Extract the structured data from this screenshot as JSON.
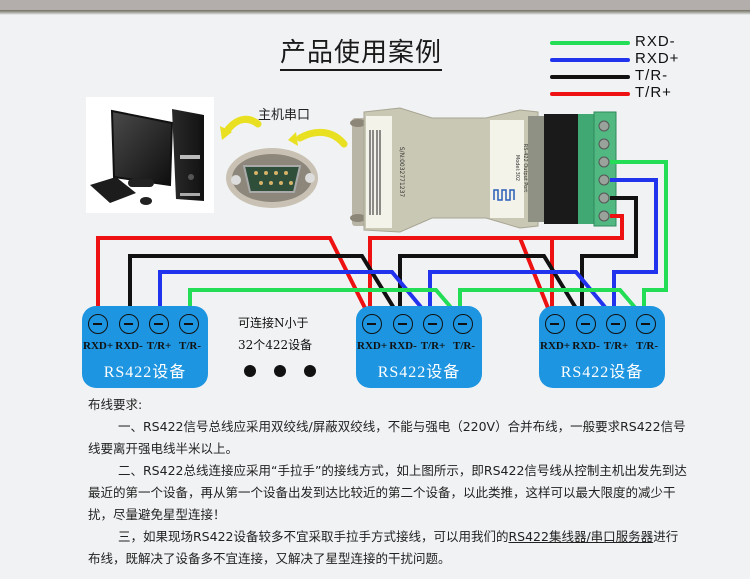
{
  "title": "产品使用案例",
  "legend": [
    {
      "label": "RXD-",
      "color": "#22dd55"
    },
    {
      "label": "RXD+",
      "color": "#2233ee"
    },
    {
      "label": "T/R-",
      "color": "#111111"
    },
    {
      "label": "T/R+",
      "color": "#ee1111"
    }
  ],
  "host_port_label": "主机串口",
  "converter": {
    "serial": "S/N:0032771237",
    "model": "Model:302",
    "port": "RS-422 Output Port"
  },
  "devices": [
    {
      "name": "RS422设备",
      "pins": [
        "RXD+",
        "RXD-",
        "T/R+",
        "T/R-"
      ]
    },
    {
      "name": "RS422设备",
      "pins": [
        "RXD+",
        "RXD-",
        "T/R+",
        "T/R-"
      ]
    },
    {
      "name": "RS422设备",
      "pins": [
        "RXD+",
        "RXD-",
        "T/R+",
        "T/R-"
      ]
    }
  ],
  "chain_note": {
    "line1": "可连接N小于",
    "line2": "32个422设备"
  },
  "requirements": {
    "heading": "布线要求:",
    "p1": "一、RS422信号总线应采用双绞线/屏蔽双绞线，不能与强电（220V）合并布线，一般要求RS422信号线要离开强电线半米以上。",
    "p2": "二、RS422总线连接应采用“手拉手”的接线方式，如上图所示，即RS422信号线从控制主机出发先到达最近的第一个设备，再从第一个设备出发到达比较近的第二个设备，以此类推，这样可以最大限度的减少干扰，尽量避免星型连接！",
    "p3_before": "三，如果现场RS422设备较多不宜采取手拉手方式接线，可以用我们的",
    "p3_link": "RS422集线器/串口服务器",
    "p3_after": "进行布线，既解决了设备多不宜连接，又解决了星型连接的干扰问题。"
  }
}
